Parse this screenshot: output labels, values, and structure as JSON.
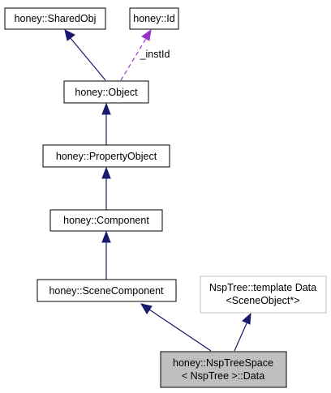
{
  "diagram": {
    "nodes": {
      "shared_obj": "honey::SharedObj",
      "id": "honey::Id",
      "object": "honey::Object",
      "property_object": "honey::PropertyObject",
      "component": "honey::Component",
      "scene_component": "honey::SceneComponent",
      "template_data_line1": "NspTree::template Data",
      "template_data_line2": "<SceneObject*>",
      "current_line1": "honey::NspTreeSpace",
      "current_line2": "< NspTree >::Data"
    },
    "edge_labels": {
      "inst_id": "_instId"
    },
    "colors": {
      "inheritance_arrow": "#191970",
      "usage_arrow": "#9a32cd",
      "current_node_fill": "#bfbfbf",
      "template_node_border": "#bfbfbf"
    }
  }
}
